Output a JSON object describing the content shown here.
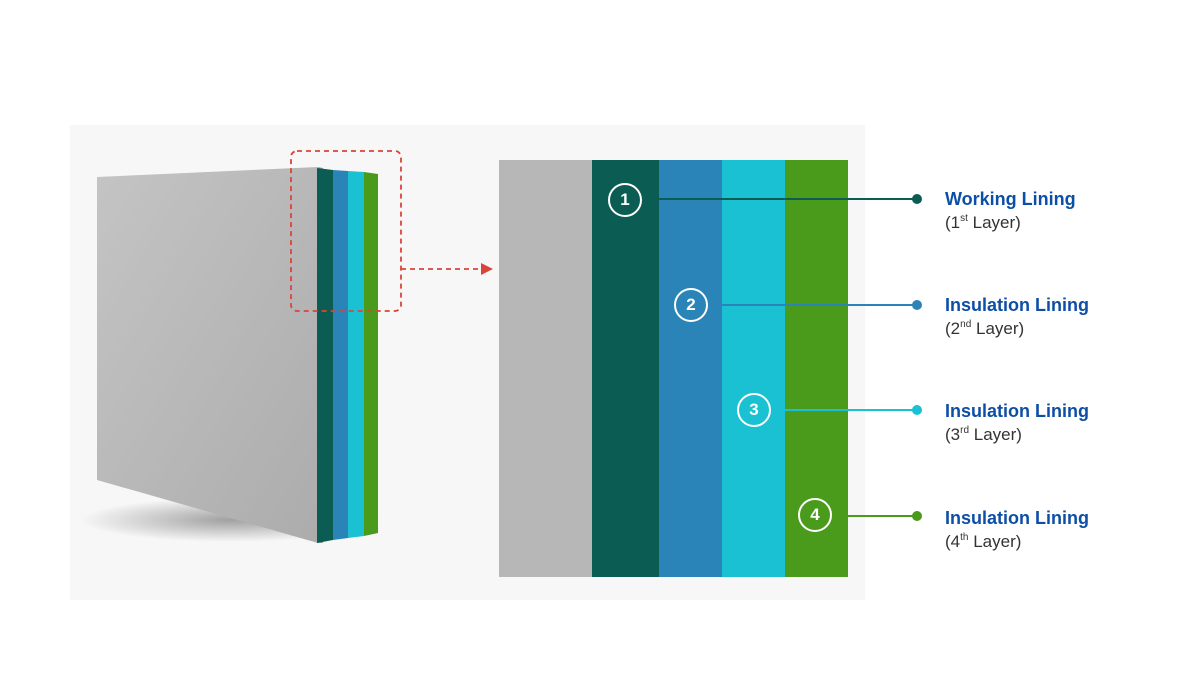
{
  "colors": {
    "concrete": "#b7b7b7",
    "layer1": "#0b5d54",
    "layer2": "#2a84b8",
    "layer3": "#19c1d2",
    "layer4": "#4a9a1c",
    "label_title": "#0d4ea6",
    "callout_box": "#d9453a"
  },
  "layers": [
    {
      "badge": "1",
      "name": "Working Lining",
      "paren_open": "(",
      "num": "1",
      "suffix": "st",
      "word": " Layer)"
    },
    {
      "badge": "2",
      "name": "Insulation Lining",
      "paren_open": "(",
      "num": "2",
      "suffix": "nd",
      "word": " Layer)"
    },
    {
      "badge": "3",
      "name": "Insulation Lining",
      "paren_open": "(",
      "num": "3",
      "suffix": "rd",
      "word": " Layer)"
    },
    {
      "badge": "4",
      "name": "Insulation Lining",
      "paren_open": "(",
      "num": "4",
      "suffix": "th",
      "word": " Layer)"
    }
  ],
  "icons": {
    "arrow": "arrow-right-icon"
  }
}
